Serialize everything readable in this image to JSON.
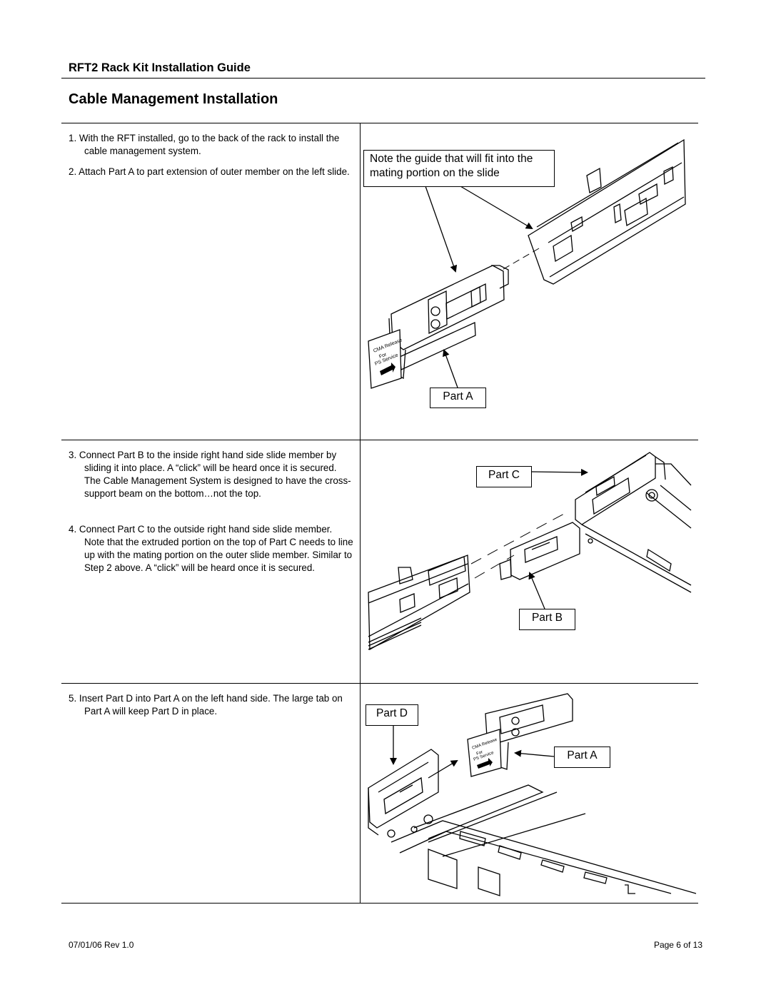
{
  "header": {
    "guide_title": "RFT2 Rack Kit Installation Guide",
    "section_title": "Cable Management Installation"
  },
  "steps": [
    {
      "num": "1.",
      "text": "With the RFT installed, go to the back of the rack to install the cable management system."
    },
    {
      "num": "2.",
      "text": "Attach Part A to part extension of outer member on the left slide."
    },
    {
      "num": "3.",
      "text": "Connect Part B to the inside right hand side slide member by sliding it into place. A “click” will be heard once it is secured.  The Cable Management System is designed to have the cross-support beam on the bottom…not the top."
    },
    {
      "num": "4.",
      "text": "Connect Part C to the outside right hand side slide member. Note that the extruded portion on the top of Part C needs to line up with the mating portion on the outer slide member. Similar to Step 2 above. A “click” will be heard once it is secured."
    },
    {
      "num": "5.",
      "text": "Insert Part D into Part A on the left hand side. The large tab on Part A will keep Part D in place."
    }
  ],
  "figures": {
    "fig1": {
      "note": "Note the guide that will fit into the mating portion on the slide",
      "part_a": "Part A",
      "label_text": [
        "CMA Release",
        "For",
        "PS Service"
      ]
    },
    "fig2": {
      "part_c": "Part C",
      "part_b": "Part B"
    },
    "fig3": {
      "part_d": "Part D",
      "part_a": "Part A",
      "label_text": [
        "CMA Release",
        "For",
        "PS Service"
      ]
    }
  },
  "footer": {
    "date_rev": "07/01/06 Rev 1.0",
    "page": "Page 6 of 13"
  }
}
